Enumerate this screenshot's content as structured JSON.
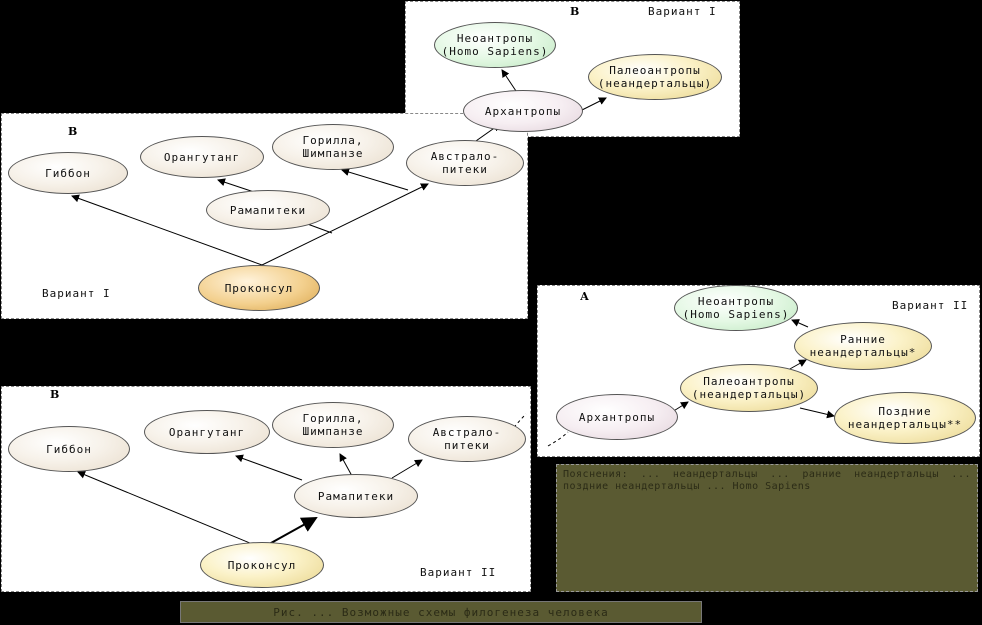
{
  "panel_top_right": {
    "tag": "В",
    "variant": "Вариант I",
    "nodes": {
      "neoanthropes": "Неоантропы\n(Homo Sapiens)",
      "paleoanthropes": "Палеоантропы\n(неандертальцы)",
      "archanthropes": "Архантропы"
    }
  },
  "panel_mid_left": {
    "tag": "В",
    "variant": "Вариант I",
    "nodes": {
      "gibbon": "Гиббон",
      "orangutan": "Орангутанг",
      "gorilla": "Горилла,\nШимпанзе",
      "australopithecus": "Австрало-\nпитеки",
      "ramapithecus": "Рамапитеки",
      "proconsul": "Проконсул"
    }
  },
  "panel_bottom_left": {
    "tag": "В",
    "variant": "Вариант II",
    "nodes": {
      "gibbon": "Гиббон",
      "orangutan": "Орангутанг",
      "gorilla": "Горилла,\nШимпанзе",
      "australopithecus": "Австрало-\nпитеки",
      "ramapithecus": "Рамапитеки",
      "proconsul": "Проконсул"
    }
  },
  "panel_right": {
    "tag": "А",
    "variant": "Вариант II",
    "nodes": {
      "neoanthropes": "Неоантропы\n(Homo Sapiens)",
      "early_neanderthals": "Ранние\nнеандертальцы*",
      "paleoanthropes": "Палеоантропы\n(неандертальцы)",
      "late_neanderthals": "Поздние\nнеандертальцы**",
      "archanthropes": "Архантропы"
    }
  },
  "caption": "Пояснения: ... неандертальцы ... ранние неандертальцы ... поздние неандертальцы ... Homo Sapiens",
  "figure_title": "Рис. ... Возможные схемы филогенеза человека"
}
